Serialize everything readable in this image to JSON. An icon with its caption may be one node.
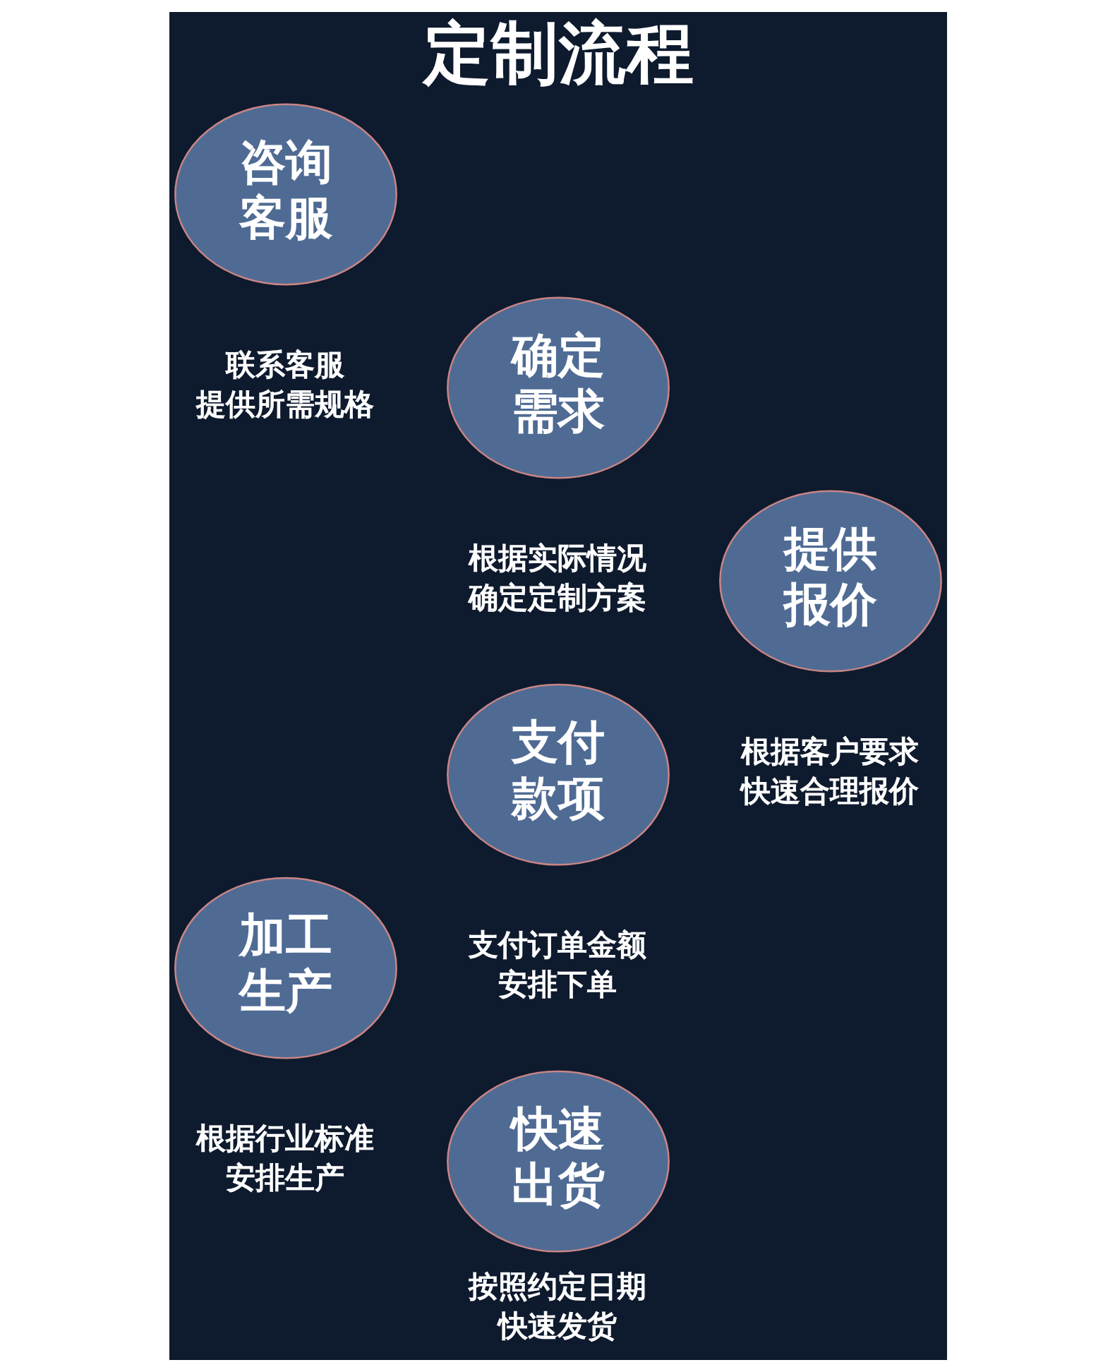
{
  "diagram": {
    "title": "定制流程",
    "nodes": [
      {
        "text": [
          "咨询客服"
        ],
        "beside": [
          "联系客服",
          "提供所需规格"
        ]
      },
      {
        "text": [
          "确定需求"
        ],
        "beside": [
          "根据实际情况",
          "确定定制方案"
        ]
      },
      {
        "text": [
          "提供报价"
        ],
        "beside": [
          "根据客户要求",
          "快速合理报价"
        ]
      },
      {
        "text": [
          "支付款项"
        ],
        "beside": [
          "支付订单金额",
          "安排下单"
        ]
      },
      {
        "text": [
          "加工生产"
        ],
        "beside": [
          "根据行业标准",
          "安排生产"
        ]
      },
      {
        "text": [
          "快速出货"
        ],
        "beside": [
          "按照约定日期",
          "快速发货"
        ]
      }
    ]
  }
}
